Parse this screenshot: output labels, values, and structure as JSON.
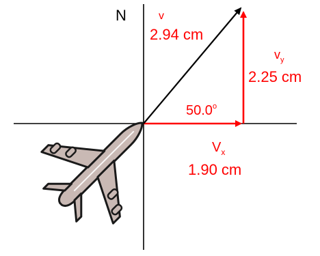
{
  "axes": {
    "north_label": "N"
  },
  "vector_v": {
    "name": "v",
    "magnitude": "2.94 cm",
    "angle": "50.0",
    "angle_degree_symbol": "o"
  },
  "component_x": {
    "name": "V",
    "subscript": "x",
    "magnitude": "1.90 cm"
  },
  "component_y": {
    "name": "v",
    "subscript": "y",
    "magnitude": "2.25 cm"
  },
  "colors": {
    "axis": "#000000",
    "resultant": "#000000",
    "components": "#ff0000",
    "text_red": "#ff0000",
    "plane_body": "#c9b9b4",
    "plane_outline": "#1a1a1a"
  },
  "icon": "airplane-icon"
}
